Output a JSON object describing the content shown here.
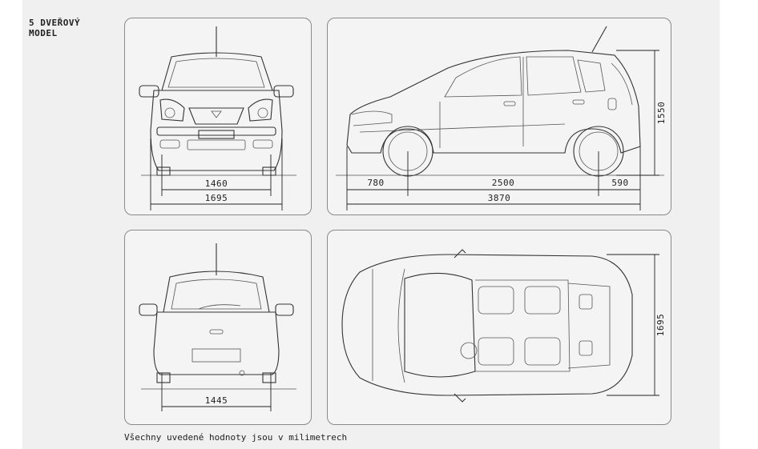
{
  "heading": {
    "line1": "5 DVEŘOVÝ",
    "line2": "MODEL"
  },
  "views": {
    "front": {
      "track_width": "1460",
      "overall_width": "1695"
    },
    "side": {
      "front_overhang": "780",
      "wheelbase": "2500",
      "rear_overhang": "590",
      "overall_length": "3870",
      "height": "1550"
    },
    "rear": {
      "track_width": "1445"
    },
    "top": {
      "width": "1695"
    }
  },
  "footer": {
    "note": "Všechny uvedené hodnoty jsou v milimetrech"
  }
}
